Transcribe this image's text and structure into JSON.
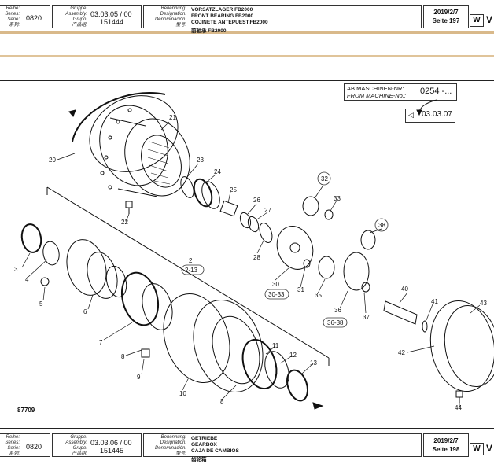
{
  "top_header": {
    "label_series": "Reihe:\nSeries:\nSerie:\n系列:",
    "series_value": "0820",
    "label_assembly": "Gruppe:\nAssembly:\nGrupo:\n产品组:",
    "assembly_value": "03.03.05 / 00",
    "group_value": "151444",
    "label_designation": "Benennung:\nDesignation:\nDenominación:\n型号:",
    "name_de": "VORSATZLAGER FB2000",
    "name_en": "FRONT BEARING FB2000",
    "name_es": "COJINETE ANTEPUEST.FB2000",
    "name_cn": "前轴承 FB2000",
    "date": "2019/2/7",
    "page": "Seite 197",
    "logo": "W"
  },
  "bottom_header": {
    "series_value": "0820",
    "assembly_value": "03.03.06 / 00",
    "group_value": "151445",
    "name_de": "GETRIEBE",
    "name_en": "GEARBOX",
    "name_es": "CAJA DE CAMBIOS",
    "name_cn": "齿轮箱",
    "date": "2019/2/7",
    "page": "Seite 198",
    "logo": "W"
  },
  "drawing": {
    "from_machine_de": "AB MASCHINEN-NR:",
    "from_machine_en": "FROM MACHINE-No.:",
    "from_machine_value": "0254 -...",
    "ref_section": "03.03.07",
    "drawing_number": "87709",
    "callouts": [
      "21",
      "20",
      "23",
      "24",
      "22",
      "25",
      "26",
      "27",
      "28",
      "32",
      "33",
      "38",
      "2",
      "2-13",
      "3",
      "4",
      "5",
      "6",
      "7",
      "8",
      "9",
      "10",
      "8",
      "11",
      "12",
      "13",
      "30",
      "30-33",
      "31",
      "35",
      "36",
      "36-38",
      "37",
      "40",
      "41",
      "43",
      "42",
      "44"
    ]
  }
}
